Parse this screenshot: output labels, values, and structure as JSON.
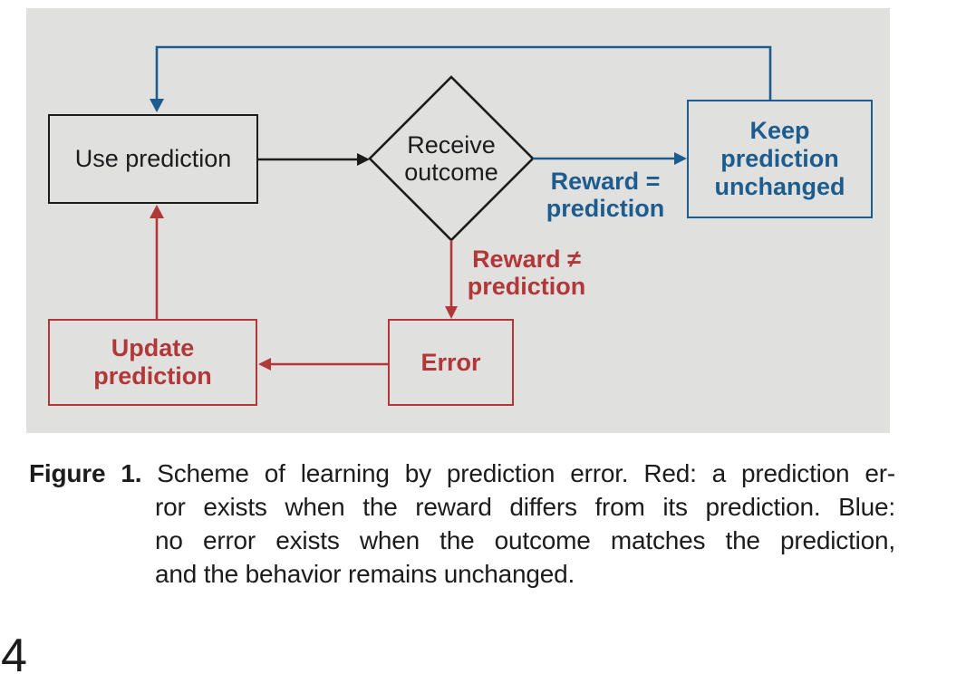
{
  "figure": {
    "panel_bg": "#e0e0df",
    "colors": {
      "black": "#1c1c1c",
      "blue": "#1c5c8f",
      "red": "#b23739"
    },
    "nodes": {
      "use_prediction": {
        "lines": [
          "Use prediction"
        ]
      },
      "receive_outcome": {
        "lines": [
          "Receive",
          "outcome"
        ]
      },
      "keep_prediction_unchanged": {
        "lines": [
          "Keep",
          "prediction",
          "unchanged"
        ]
      },
      "error": {
        "lines": [
          "Error"
        ]
      },
      "update_prediction": {
        "lines": [
          "Update",
          "prediction"
        ]
      }
    },
    "edge_labels": {
      "reward_equals_prediction": {
        "lines": [
          "Reward =",
          "prediction"
        ]
      },
      "reward_not_equals_prediction": {
        "lines": [
          "Reward ≠",
          "prediction"
        ]
      }
    }
  },
  "caption": {
    "label": "Figure 1.",
    "lines": [
      "Scheme of learning by prediction error. Red: a prediction er-",
      "ror exists when the reward differs from its prediction. Blue:",
      "no error exists when the outcome matches the prediction,",
      "and the behavior remains unchanged."
    ]
  },
  "page_number": "4"
}
